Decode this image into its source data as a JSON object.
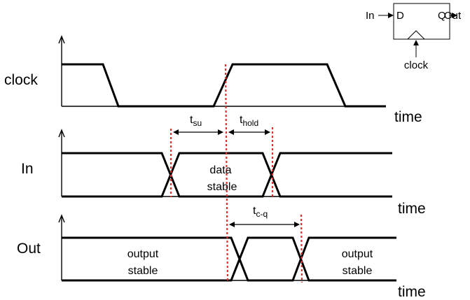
{
  "signals": {
    "clock": "clock",
    "in": "In",
    "out": "Out"
  },
  "axis_label": "time",
  "timing": {
    "setup": {
      "main": "t",
      "sub": "su"
    },
    "hold": {
      "main": "t",
      "sub": "hold"
    },
    "clock_to_q": {
      "main": "t",
      "sub": "c-q"
    }
  },
  "regions": {
    "data_stable": [
      "data",
      "stable"
    ],
    "output_stable_left": [
      "output",
      "stable"
    ],
    "output_stable_right": [
      "output",
      "stable"
    ]
  },
  "flip_flop": {
    "input_label": "In",
    "output_label": "Out",
    "d_pin": "D",
    "q_pin": "Q",
    "clock_label": "clock"
  },
  "colors": {
    "line": "#000000",
    "marker": "#e0302c"
  }
}
